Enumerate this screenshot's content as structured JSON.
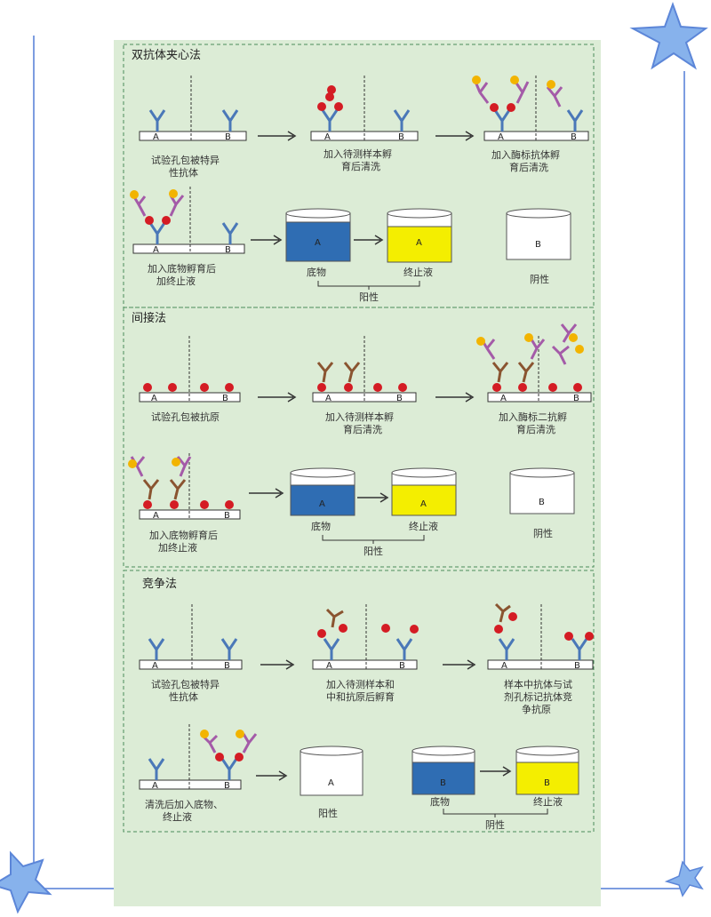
{
  "colors": {
    "panel_bg": "#dcecd6",
    "panel_border": "#4a8c5a",
    "frame_blue": "#5c86d8",
    "star_blue": "#87b2ec",
    "antibody_blue": "#4a78b8",
    "enzyme_purple": "#a45ba8",
    "enzyme_gold": "#f2b400",
    "antigen_red": "#d41c24",
    "brown_antibody": "#8a5430",
    "substrate_blue": "#2f6db3",
    "stop_yellow": "#f4ee00"
  },
  "sections": [
    {
      "title": "双抗体夹心法",
      "row1": [
        {
          "caption": [
            "试验孔包被特异",
            "性抗体"
          ],
          "wells": [
            "A",
            "B"
          ]
        },
        {
          "caption": [
            "加入待测样本孵",
            "育后清洗"
          ],
          "wells": [
            "A",
            "B"
          ]
        },
        {
          "caption": [
            "加入酶标抗体孵",
            "育后清洗"
          ],
          "wells": [
            "A",
            "B"
          ]
        }
      ],
      "row2": {
        "strip": {
          "caption": [
            "加入底物孵育后",
            "加终止液"
          ],
          "wells": [
            "A",
            "B"
          ]
        },
        "beakers": [
          {
            "letter": "A",
            "label": "底物",
            "fill": "substrate_blue"
          },
          {
            "letter": "A",
            "label": "终止液",
            "fill": "stop_yellow"
          },
          {
            "letter": "B",
            "label": "阴性",
            "fill": "none"
          }
        ],
        "bracket_label": "阳性"
      }
    },
    {
      "title": "间接法",
      "row1": [
        {
          "caption": [
            "试验孔包被抗原"
          ],
          "wells": [
            "A",
            "B"
          ]
        },
        {
          "caption": [
            "加入待测样本孵",
            "育后清洗"
          ],
          "wells": [
            "A",
            "B"
          ]
        },
        {
          "caption": [
            "加入酶标二抗孵",
            "育后清洗"
          ],
          "wells": [
            "A",
            "B"
          ]
        }
      ],
      "row2": {
        "strip": {
          "caption": [
            "加入底物孵育后",
            "加终止液"
          ],
          "wells": [
            "A",
            "B"
          ]
        },
        "beakers": [
          {
            "letter": "A",
            "label": "底物",
            "fill": "substrate_blue"
          },
          {
            "letter": "A",
            "label": "终止液",
            "fill": "stop_yellow"
          },
          {
            "letter": "B",
            "label": "阴性",
            "fill": "none"
          }
        ],
        "bracket_label": "阳性"
      }
    },
    {
      "title": "竞争法",
      "row1": [
        {
          "caption": [
            "试验孔包被特异",
            "性抗体"
          ],
          "wells": [
            "A",
            "B"
          ]
        },
        {
          "caption": [
            "加入待测样本和",
            "中和抗原后孵育"
          ],
          "wells": [
            "A",
            "B"
          ]
        },
        {
          "caption": [
            "样本中抗体与试",
            "剂孔标记抗体竞",
            "争抗原"
          ],
          "wells": [
            "A",
            "B"
          ]
        }
      ],
      "row2": {
        "strip": {
          "caption": [
            "清洗后加入底物、",
            "终止液"
          ],
          "wells": [
            "A",
            "B"
          ]
        },
        "beakers": [
          {
            "letter": "A",
            "label": "阳性",
            "fill": "none"
          },
          {
            "letter": "B",
            "label": "底物",
            "fill": "substrate_blue"
          },
          {
            "letter": "B",
            "label": "终止液",
            "fill": "stop_yellow"
          }
        ],
        "bracket_label": "阴性"
      }
    }
  ]
}
